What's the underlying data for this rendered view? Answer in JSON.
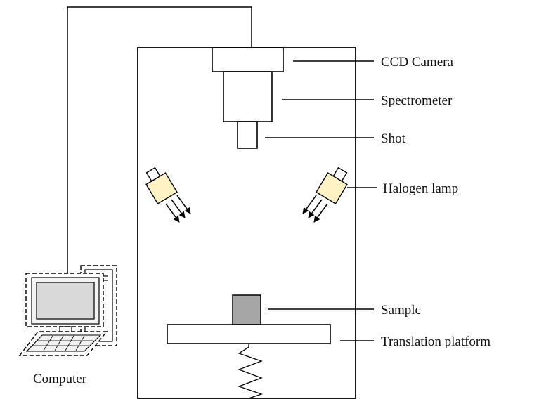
{
  "labels": {
    "ccd_camera": "CCD Camera",
    "spectrometer": "Spectrometer",
    "shot": "Shot",
    "halogen_lamp": "Halogen lamp",
    "sample": "Samplc",
    "translation_platform": "Translation platform",
    "computer": "Computer"
  },
  "colors": {
    "line": "#000000",
    "lamp_fill": "#fff2c4",
    "lamp_base": "#ffffff",
    "sample_fill": "#a6a6a6",
    "monitor_bezel": "#f2f2f2",
    "monitor_screen": "#d9d9d9"
  },
  "icons": {
    "computer": "desktop-computer-icon",
    "lamp": "halogen-lamp-icon",
    "light_arrows": "light-ray-arrows-icon"
  }
}
